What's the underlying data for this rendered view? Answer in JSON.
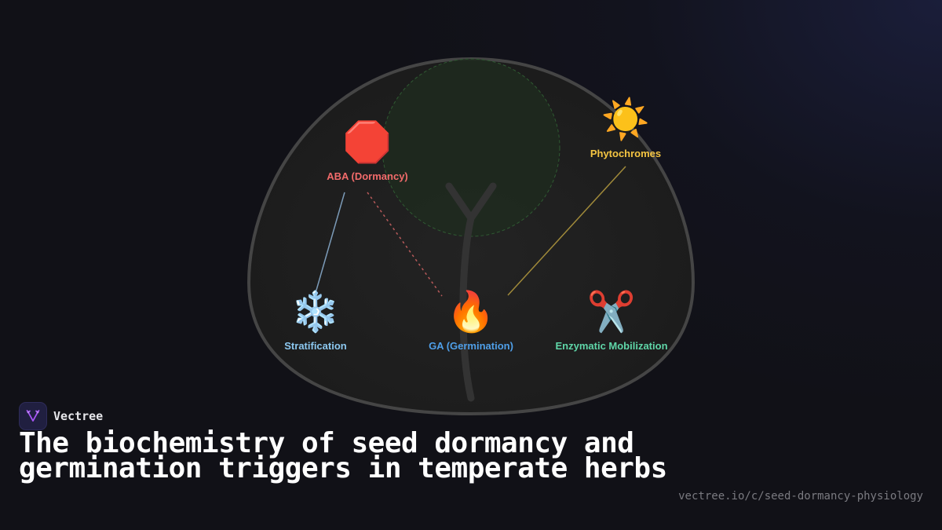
{
  "diagram": {
    "colors": {
      "background": "#111117",
      "seed_fill": "#1e1e1e",
      "seed_stroke": "#444444",
      "embryo_fill": "#1f2a1f",
      "embryo_stroke": "#2f5a32"
    },
    "nodes": [
      {
        "id": "aba",
        "icon": "🛑",
        "icon_name": "stop-sign-icon",
        "label": "ABA (Dormancy)",
        "color": "#f26b6b"
      },
      {
        "id": "phytochromes",
        "icon": "☀️",
        "icon_name": "sun-icon",
        "label": "Phytochromes",
        "color": "#f5c542"
      },
      {
        "id": "stratification",
        "icon": "❄️",
        "icon_name": "snowflake-icon",
        "label": "Stratification",
        "color": "#8cc8f0"
      },
      {
        "id": "ga",
        "icon": "🔥",
        "icon_name": "fire-icon",
        "label": "GA (Germination)",
        "color": "#4f9fe8"
      },
      {
        "id": "enzymatic",
        "icon": "✂️",
        "icon_name": "scissors-icon",
        "label": "Enzymatic Mobilization",
        "color": "#5fd6a8"
      }
    ],
    "edges": [
      {
        "from": "aba",
        "to": "stratification",
        "style": "solid",
        "color": "#7c9bb8"
      },
      {
        "from": "aba",
        "to": "ga",
        "style": "dashed",
        "color": "#b85a5a"
      },
      {
        "from": "phytochromes",
        "to": "ga",
        "style": "solid",
        "color": "#a08a3a"
      }
    ]
  },
  "brand": {
    "name": "Vectree",
    "logo_icon": "vectree-logo-icon",
    "accent": "#a855f7"
  },
  "title": "The biochemistry of seed dormancy and germination triggers in temperate herbs",
  "url": "vectree.io/c/seed-dormancy-physiology"
}
